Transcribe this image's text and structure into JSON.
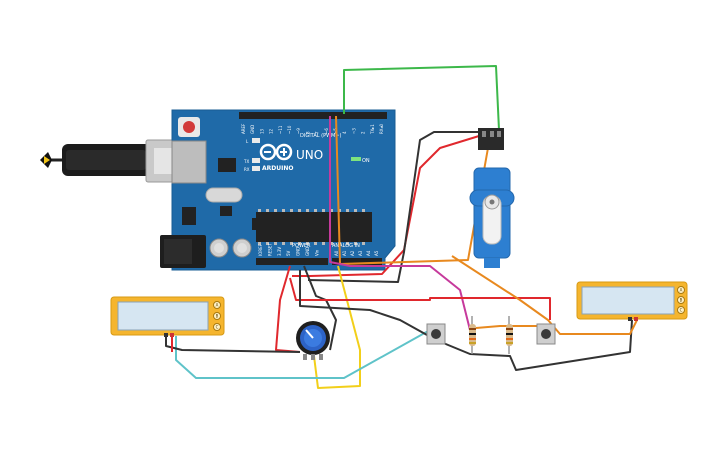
{
  "board": {
    "brand": "ARDUINO",
    "model": "UNO",
    "digital_header": "DIGITAL (PWM~)",
    "power_header": "POWER",
    "analog_header": "ANALOG IN",
    "led_l": "L",
    "led_tx": "TX",
    "led_rx": "RX",
    "on_label": "ON",
    "digital_pins": [
      "AREF",
      "GND",
      "13",
      "12",
      "~11",
      "~10",
      "~9",
      "8",
      "7",
      "~6",
      "~5",
      "4",
      "~3",
      "2",
      "TX▸1",
      "RX◂0"
    ],
    "power_pins": [
      "IOREF",
      "RESET",
      "3.3V",
      "5V",
      "GND",
      "GND",
      "Vin"
    ],
    "analog_pins": [
      "A0",
      "A1",
      "A2",
      "A3",
      "A4",
      "A5"
    ]
  },
  "lcd_left": {
    "pins": [
      "A",
      "B",
      "C"
    ]
  },
  "lcd_right": {
    "pins": [
      "A",
      "B",
      "C"
    ]
  },
  "colors": {
    "board": "#1f6aa8",
    "lcd_frame": "#f5b52e",
    "lcd_screen": "#d6e6f2",
    "servo": "#2d7fd1",
    "wire_red": "#e0282d",
    "wire_black": "#333333",
    "wire_green": "#3cb84a",
    "wire_orange": "#e8891f",
    "wire_magenta": "#c63a9c",
    "wire_yellow": "#f2cf1a",
    "wire_cyan": "#5fc3c9"
  }
}
